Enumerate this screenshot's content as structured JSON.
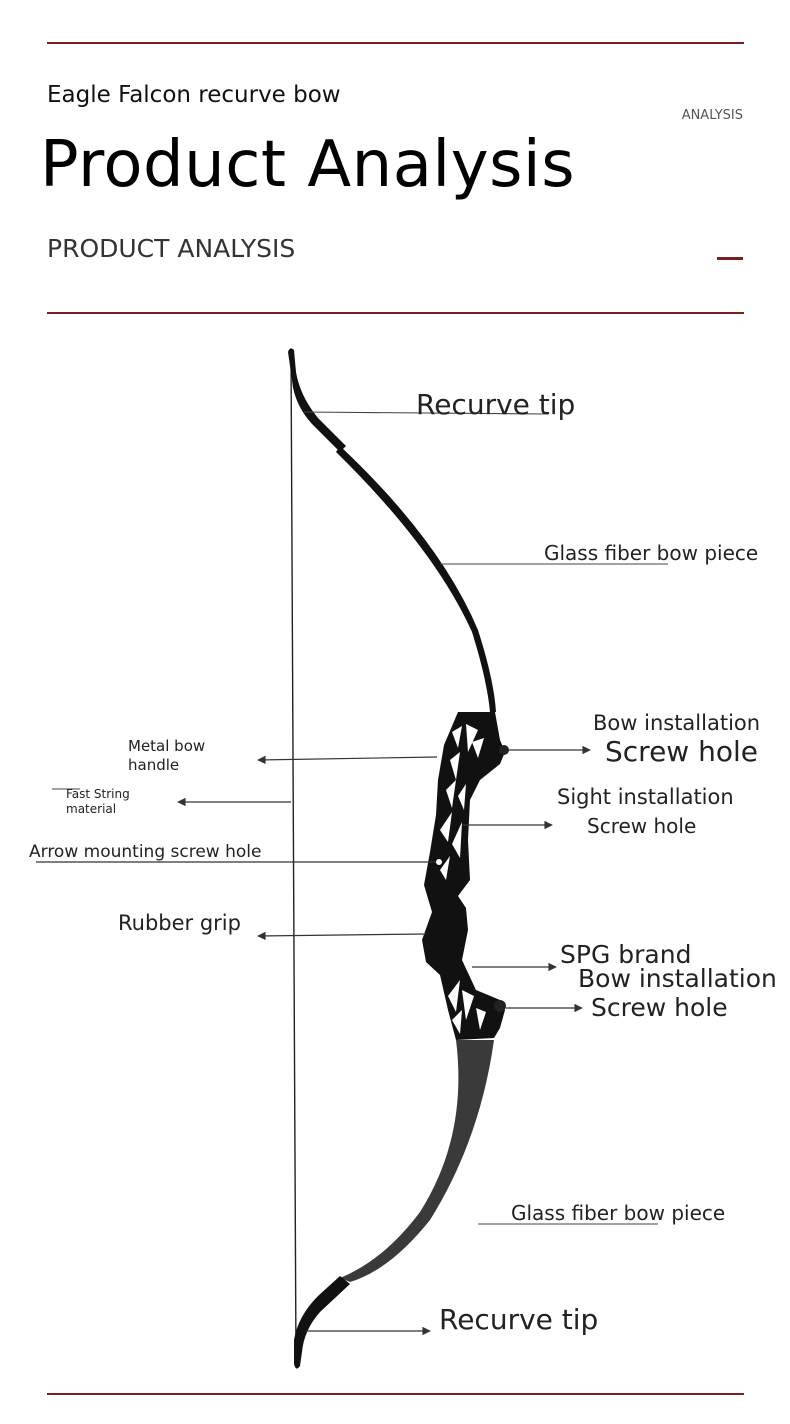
{
  "header": {
    "subtitle": "Eagle Falcon recurve bow",
    "title": "Product Analysis",
    "corner_label": "ANALYSIS",
    "section_label": "PRODUCT ANALYSIS"
  },
  "labels": {
    "recurve_tip_top": "Recurve tip",
    "glass_fiber_top": "Glass fiber bow piece",
    "bow_installation_top": "Bow installation",
    "screw_hole_top": "Screw hole",
    "metal_bow_handle_1": "Metal bow",
    "metal_bow_handle_2": "handle",
    "fast_string_1": "Fast String",
    "fast_string_2": "material",
    "sight_installation": "Sight installation",
    "sight_screw_hole": "Screw hole",
    "arrow_mounting": "Arrow mounting screw hole",
    "rubber_grip": "Rubber grip",
    "spg_brand": "SPG brand",
    "bow_installation_bottom": "Bow installation",
    "screw_hole_bottom": "Screw hole",
    "glass_fiber_bottom": "Glass fiber bow piece",
    "recurve_tip_bottom": "Recurve tip"
  },
  "colors": {
    "accent": "#7a1f1f",
    "bow": "#111111",
    "limb_bottom": "#3a3a3a",
    "leader": "#333333"
  }
}
